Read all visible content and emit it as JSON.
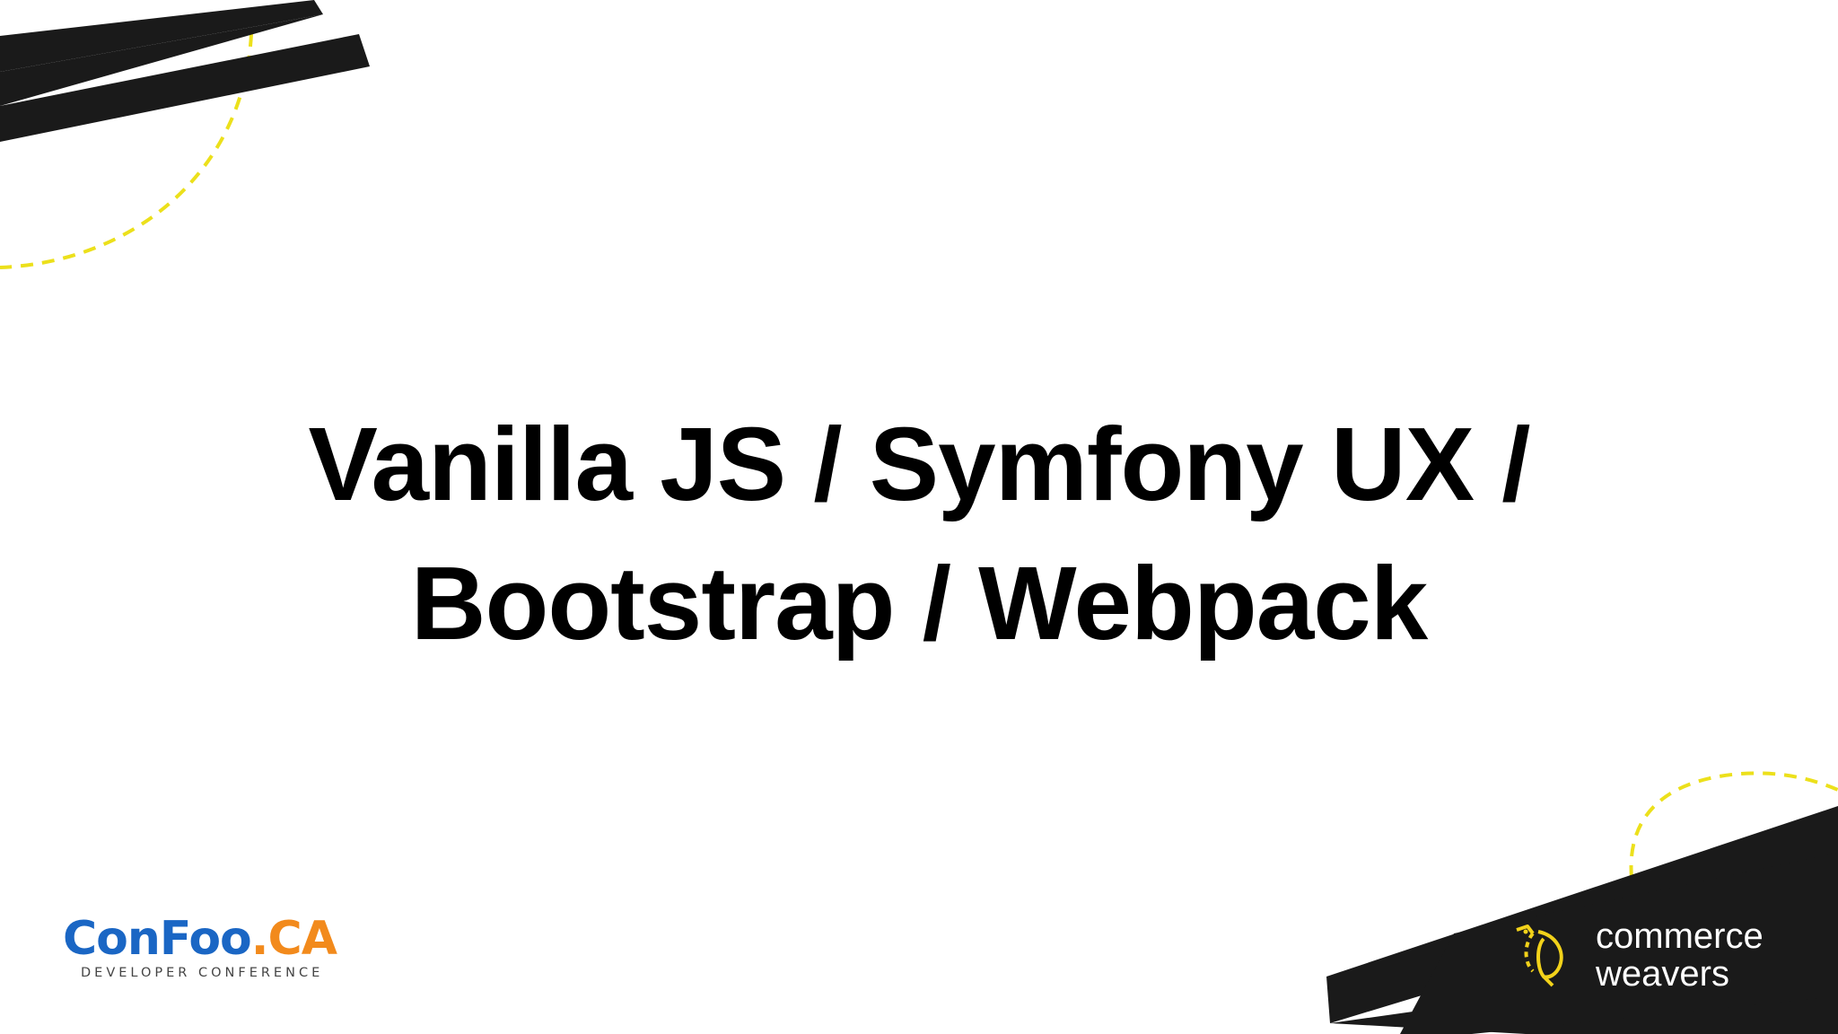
{
  "slide": {
    "title_line1": "Vanilla JS / Symfony UX /",
    "title_line2": "Bootstrap / Webpack"
  },
  "footer": {
    "conference_logo": {
      "name_con": "Con",
      "name_foo": "Foo",
      "dot": ".",
      "tld": "CA",
      "subtitle": "DEVELOPER CONFERENCE"
    },
    "sponsor_logo": {
      "line1": "commerce",
      "line2": "weavers"
    }
  },
  "colors": {
    "background": "#ffffff",
    "stripes": "#1a1a1a",
    "dashed_accent": "#ece01b",
    "confoo_blue": "#1a66c4",
    "confoo_orange": "#f28a1c",
    "cw_yellow": "#f2d21a"
  }
}
